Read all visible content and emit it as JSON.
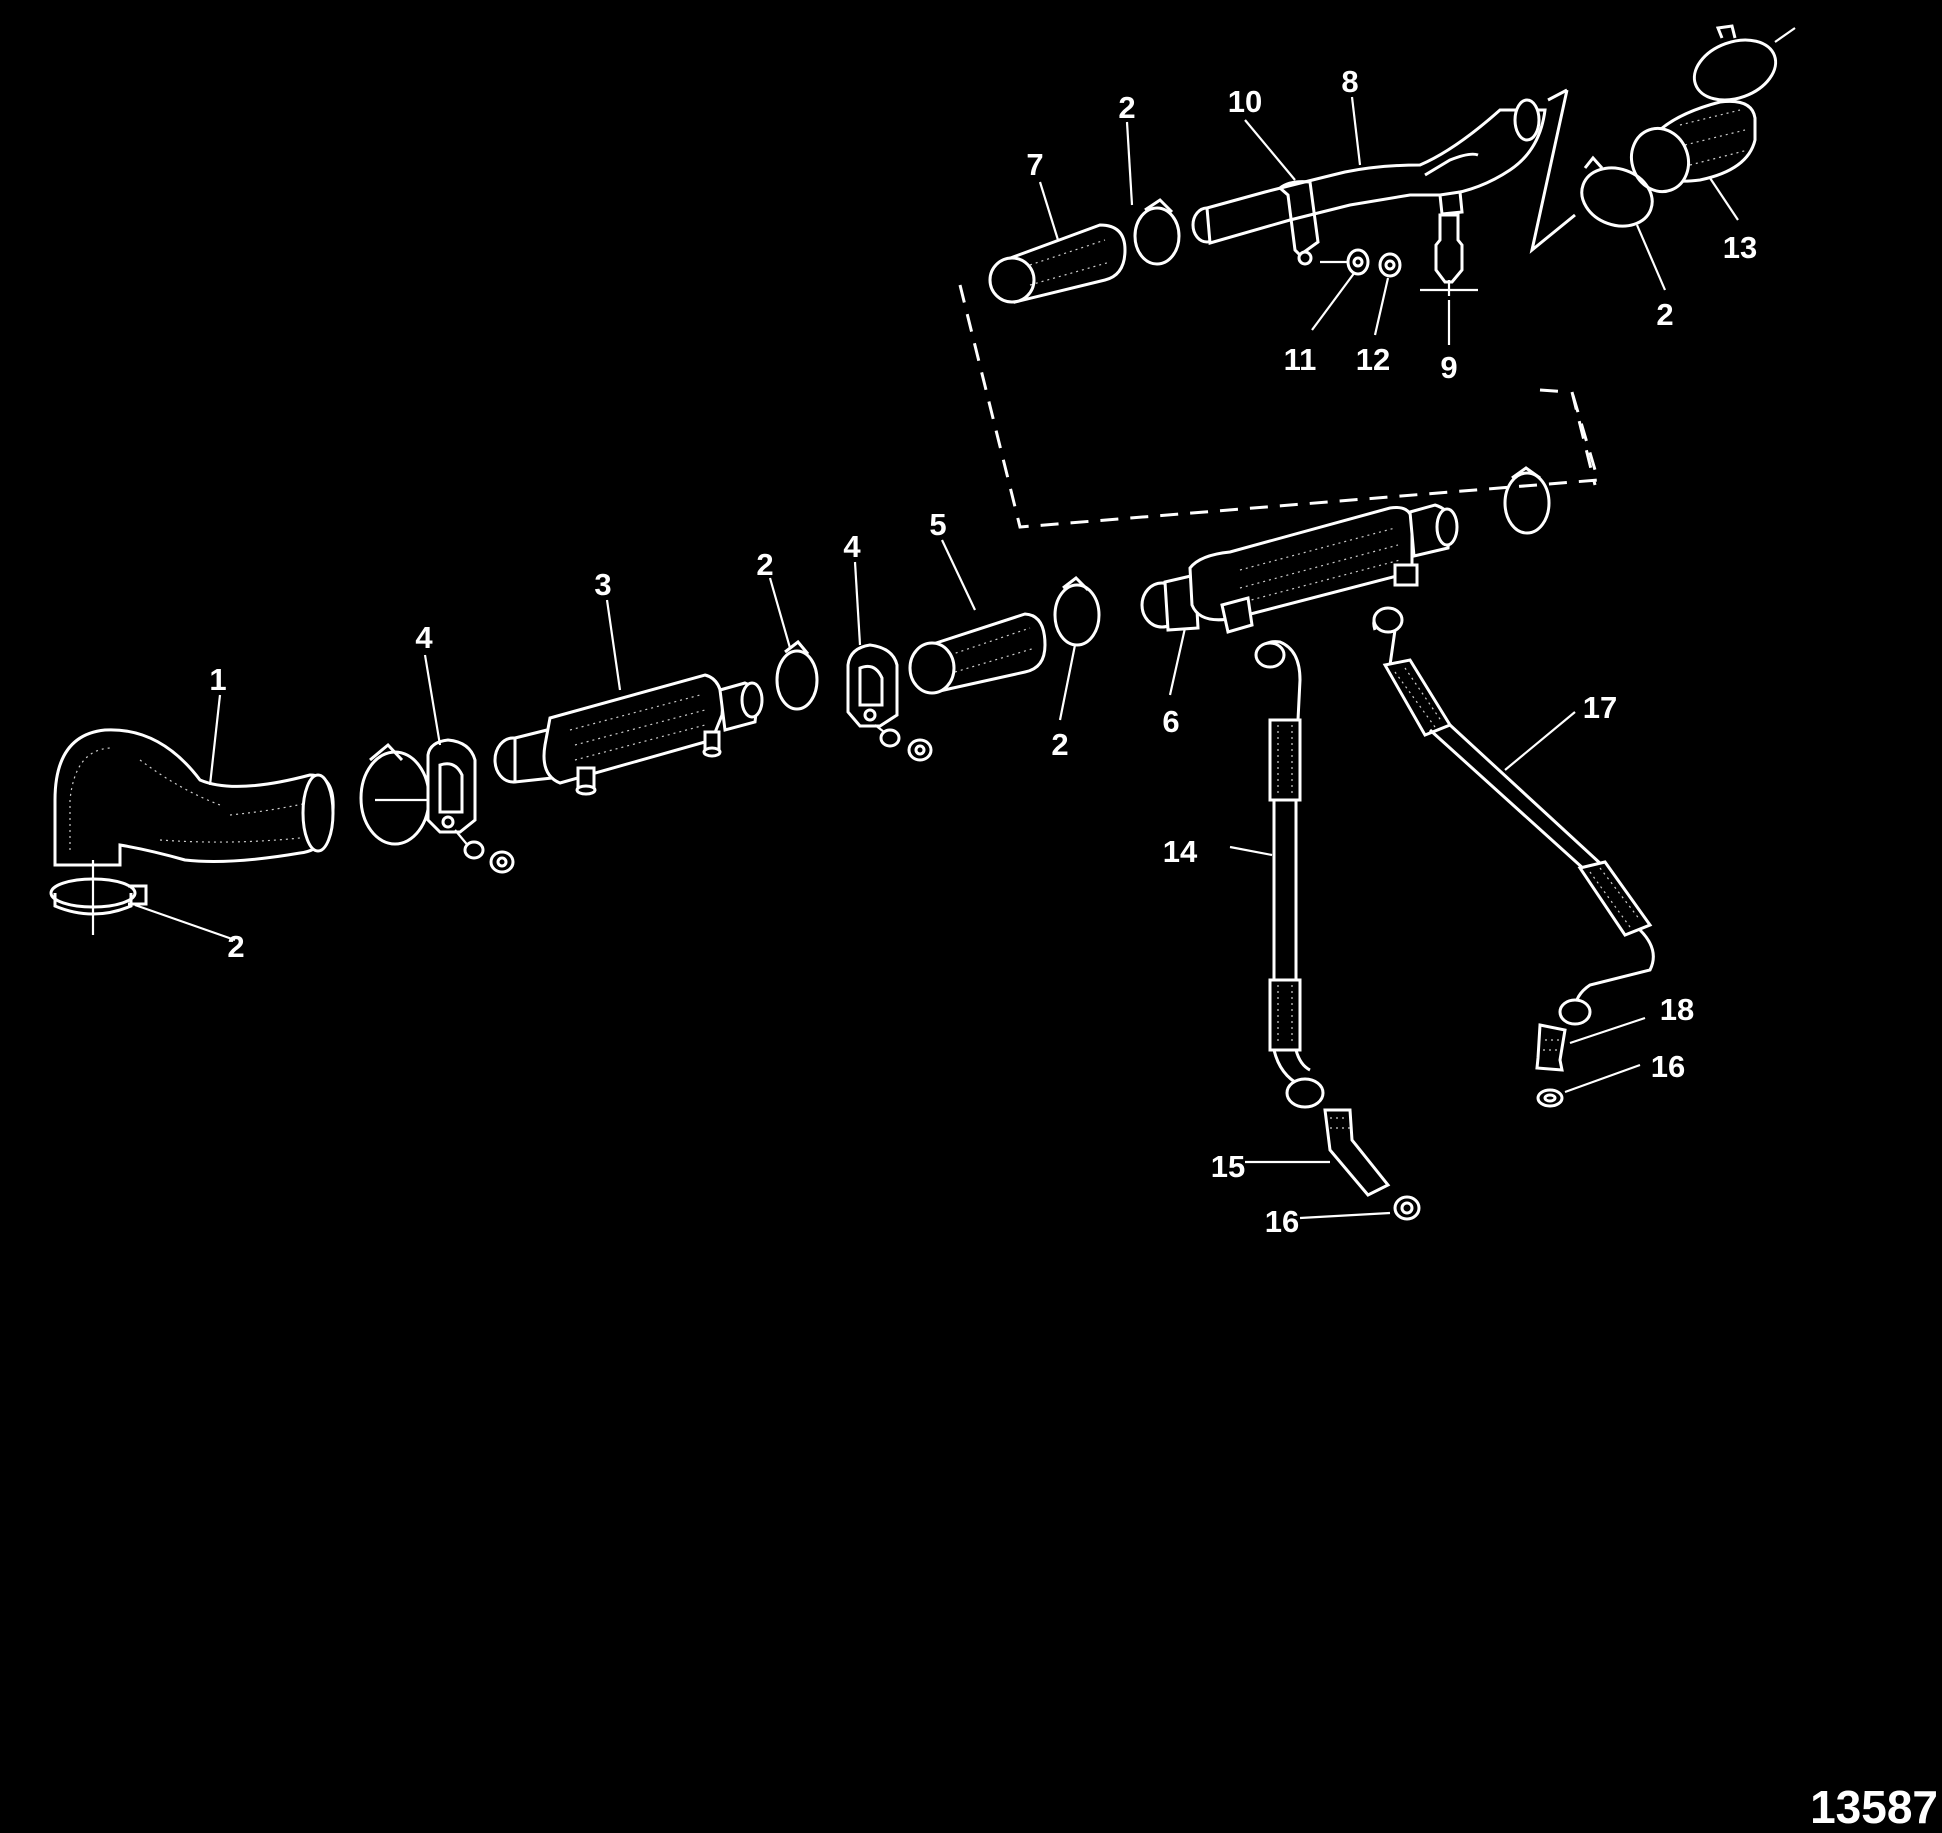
{
  "diagram": {
    "figure_id": "13587",
    "callouts": [
      {
        "id": "c1",
        "text": "1"
      },
      {
        "id": "c2a",
        "text": "2"
      },
      {
        "id": "c2b",
        "text": "2"
      },
      {
        "id": "c2c",
        "text": "2"
      },
      {
        "id": "c2d",
        "text": "2"
      },
      {
        "id": "c2e",
        "text": "2"
      },
      {
        "id": "c3",
        "text": "3"
      },
      {
        "id": "c4a",
        "text": "4"
      },
      {
        "id": "c4b",
        "text": "4"
      },
      {
        "id": "c5",
        "text": "5"
      },
      {
        "id": "c6",
        "text": "6"
      },
      {
        "id": "c7",
        "text": "7"
      },
      {
        "id": "c8",
        "text": "8"
      },
      {
        "id": "c9",
        "text": "9"
      },
      {
        "id": "c10",
        "text": "10"
      },
      {
        "id": "c11",
        "text": "11"
      },
      {
        "id": "c12",
        "text": "12"
      },
      {
        "id": "c13",
        "text": "13"
      },
      {
        "id": "c14",
        "text": "14"
      },
      {
        "id": "c15",
        "text": "15"
      },
      {
        "id": "c16a",
        "text": "16"
      },
      {
        "id": "c16b",
        "text": "16"
      },
      {
        "id": "c17",
        "text": "17"
      },
      {
        "id": "c18",
        "text": "18"
      }
    ]
  }
}
